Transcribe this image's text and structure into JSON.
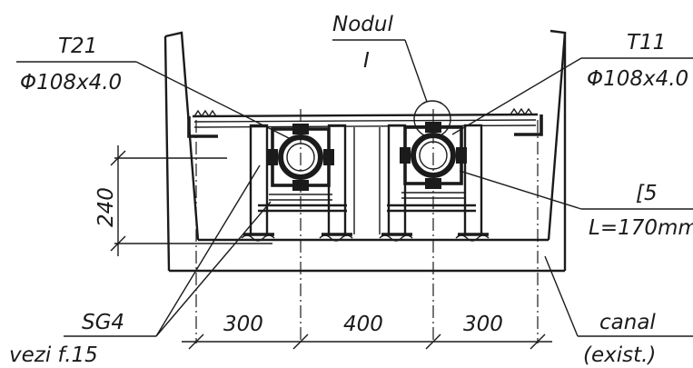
{
  "labels": {
    "left_pipe_tag": "T21",
    "left_pipe_size": "Φ108x4.0",
    "node_title": "Nodul",
    "node_number": "I",
    "right_pipe_tag": "T11",
    "right_pipe_size": "Φ108x4.0",
    "channel_profile": "[5",
    "channel_length": "L=170mm",
    "support_code": "SG4",
    "support_ref": "vezi f.15",
    "canal_name": "canal",
    "canal_note": "(exist.)"
  },
  "dimensions": {
    "height": "240",
    "left_span": "300",
    "middle_span": "400",
    "right_span": "300"
  }
}
